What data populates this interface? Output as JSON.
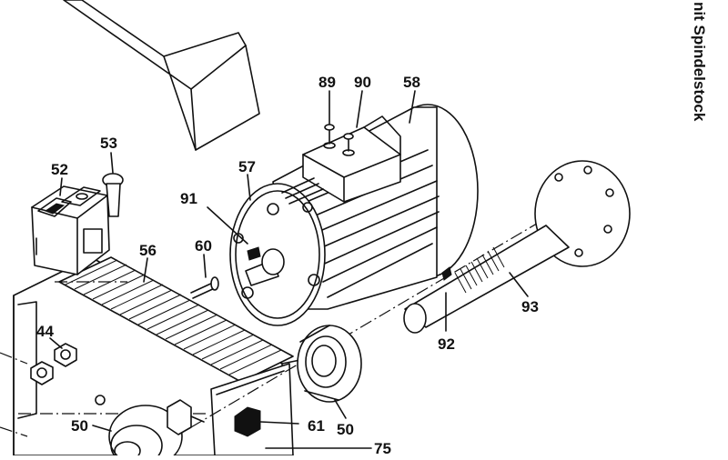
{
  "diagram": {
    "side_title": "nit Spindelstock",
    "part_labels": [
      "89",
      "90",
      "58",
      "53",
      "52",
      "57",
      "91",
      "60",
      "56",
      "93",
      "44",
      "92",
      "50",
      "61",
      "50",
      "75"
    ],
    "colors": {
      "line": "#111111",
      "background": "#ffffff"
    }
  }
}
